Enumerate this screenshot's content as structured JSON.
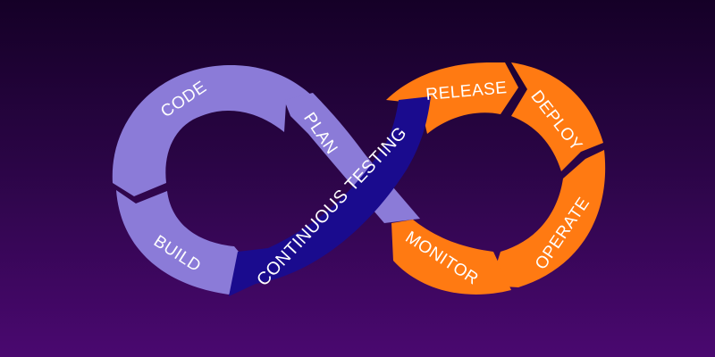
{
  "stages_left": [
    "CODE",
    "BUILD",
    "PLAN"
  ],
  "stages_right": [
    "RELEASE",
    "DEPLOY",
    "OPERATE",
    "MONITOR"
  ],
  "center_band": "CONTINUOUS TESTING",
  "colors": {
    "left_loop": "#8b7bd8",
    "right_loop": "#ff7a12",
    "center_band": "#1a0b8e",
    "background_top": "#150027",
    "background_bottom": "#4a0870"
  }
}
